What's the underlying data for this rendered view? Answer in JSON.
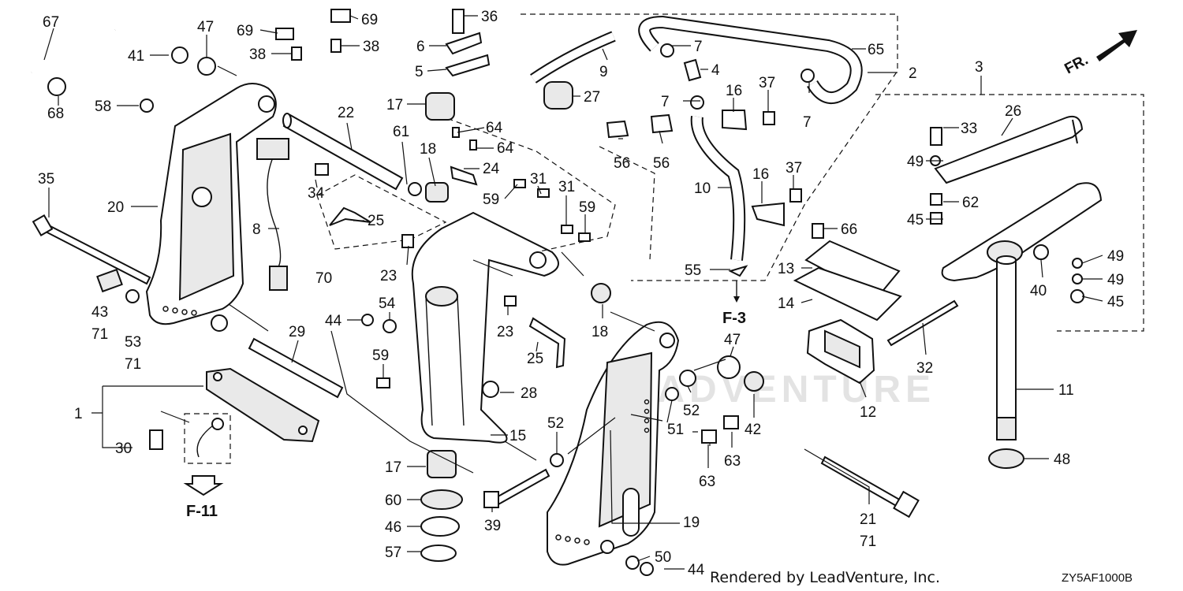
{
  "diagram": {
    "callouts": [
      {
        "id": "c67",
        "text": "67"
      },
      {
        "id": "c47a",
        "text": "47"
      },
      {
        "id": "c41",
        "text": "41"
      },
      {
        "id": "c68",
        "text": "68"
      },
      {
        "id": "c58",
        "text": "58"
      },
      {
        "id": "c20",
        "text": "20"
      },
      {
        "id": "c35",
        "text": "35"
      },
      {
        "id": "c43",
        "text": "43"
      },
      {
        "id": "c71a",
        "text": "71"
      },
      {
        "id": "c53",
        "text": "53"
      },
      {
        "id": "c71b",
        "text": "71"
      },
      {
        "id": "c69a",
        "text": "69"
      },
      {
        "id": "c69b",
        "text": "69"
      },
      {
        "id": "c38a",
        "text": "38"
      },
      {
        "id": "c38b",
        "text": "38"
      },
      {
        "id": "c36",
        "text": "36"
      },
      {
        "id": "c6",
        "text": "6"
      },
      {
        "id": "c5",
        "text": "5"
      },
      {
        "id": "c17a",
        "text": "17"
      },
      {
        "id": "c22",
        "text": "22"
      },
      {
        "id": "c61",
        "text": "61"
      },
      {
        "id": "c18a",
        "text": "18"
      },
      {
        "id": "c64a",
        "text": "64"
      },
      {
        "id": "c64b",
        "text": "64"
      },
      {
        "id": "c24",
        "text": "24"
      },
      {
        "id": "c34",
        "text": "34"
      },
      {
        "id": "c8",
        "text": "8"
      },
      {
        "id": "c25a",
        "text": "25"
      },
      {
        "id": "c70",
        "text": "70"
      },
      {
        "id": "c23a",
        "text": "23"
      },
      {
        "id": "c59a",
        "text": "59"
      },
      {
        "id": "c31a",
        "text": "31"
      },
      {
        "id": "c31b",
        "text": "31"
      },
      {
        "id": "c59b",
        "text": "59"
      },
      {
        "id": "c9",
        "text": "9"
      },
      {
        "id": "c27",
        "text": "27"
      },
      {
        "id": "c7a",
        "text": "7"
      },
      {
        "id": "c4",
        "text": "4"
      },
      {
        "id": "c7b",
        "text": "7"
      },
      {
        "id": "c65",
        "text": "65"
      },
      {
        "id": "c2",
        "text": "2"
      },
      {
        "id": "c16a",
        "text": "16"
      },
      {
        "id": "c37a",
        "text": "37"
      },
      {
        "id": "c7c",
        "text": "7"
      },
      {
        "id": "c56a",
        "text": "56"
      },
      {
        "id": "c56b",
        "text": "56"
      },
      {
        "id": "c16b",
        "text": "16"
      },
      {
        "id": "c37b",
        "text": "37"
      },
      {
        "id": "c10",
        "text": "10"
      },
      {
        "id": "c55",
        "text": "55"
      },
      {
        "id": "c3",
        "text": "3"
      },
      {
        "id": "c26",
        "text": "26"
      },
      {
        "id": "c33",
        "text": "33"
      },
      {
        "id": "c49a",
        "text": "49"
      },
      {
        "id": "c62",
        "text": "62"
      },
      {
        "id": "c45a",
        "text": "45"
      },
      {
        "id": "c66",
        "text": "66"
      },
      {
        "id": "c13",
        "text": "13"
      },
      {
        "id": "c14",
        "text": "14"
      },
      {
        "id": "c40",
        "text": "40"
      },
      {
        "id": "c49b",
        "text": "49"
      },
      {
        "id": "c49c",
        "text": "49"
      },
      {
        "id": "c45b",
        "text": "45"
      },
      {
        "id": "c32",
        "text": "32"
      },
      {
        "id": "c11",
        "text": "11"
      },
      {
        "id": "c12",
        "text": "12"
      },
      {
        "id": "c48",
        "text": "48"
      },
      {
        "id": "c21",
        "text": "21"
      },
      {
        "id": "c71c",
        "text": "71"
      },
      {
        "id": "c44a",
        "text": "44"
      },
      {
        "id": "c54",
        "text": "54"
      },
      {
        "id": "c23b",
        "text": "23"
      },
      {
        "id": "c18b",
        "text": "18"
      },
      {
        "id": "c25b",
        "text": "25"
      },
      {
        "id": "c59c",
        "text": "59"
      },
      {
        "id": "c28",
        "text": "28"
      },
      {
        "id": "c29",
        "text": "29"
      },
      {
        "id": "c1",
        "text": "1"
      },
      {
        "id": "c30",
        "text": "30"
      },
      {
        "id": "c15",
        "text": "15"
      },
      {
        "id": "c17b",
        "text": "17"
      },
      {
        "id": "c60",
        "text": "60"
      },
      {
        "id": "c46",
        "text": "46"
      },
      {
        "id": "c57",
        "text": "57"
      },
      {
        "id": "c39",
        "text": "39"
      },
      {
        "id": "c52a",
        "text": "52"
      },
      {
        "id": "c52b",
        "text": "52"
      },
      {
        "id": "c51",
        "text": "51"
      },
      {
        "id": "c47b",
        "text": "47"
      },
      {
        "id": "c42",
        "text": "42"
      },
      {
        "id": "c63a",
        "text": "63"
      },
      {
        "id": "c63b",
        "text": "63"
      },
      {
        "id": "c19",
        "text": "19"
      },
      {
        "id": "c50",
        "text": "50"
      },
      {
        "id": "c44b",
        "text": "44"
      }
    ],
    "refs": {
      "f3": "F-3",
      "f11": "F-11"
    },
    "direction": "FR.",
    "credit": "Rendered by LeadVenture, Inc.",
    "code": "ZY5AF1000B",
    "watermark": "LEADVENTURE"
  }
}
